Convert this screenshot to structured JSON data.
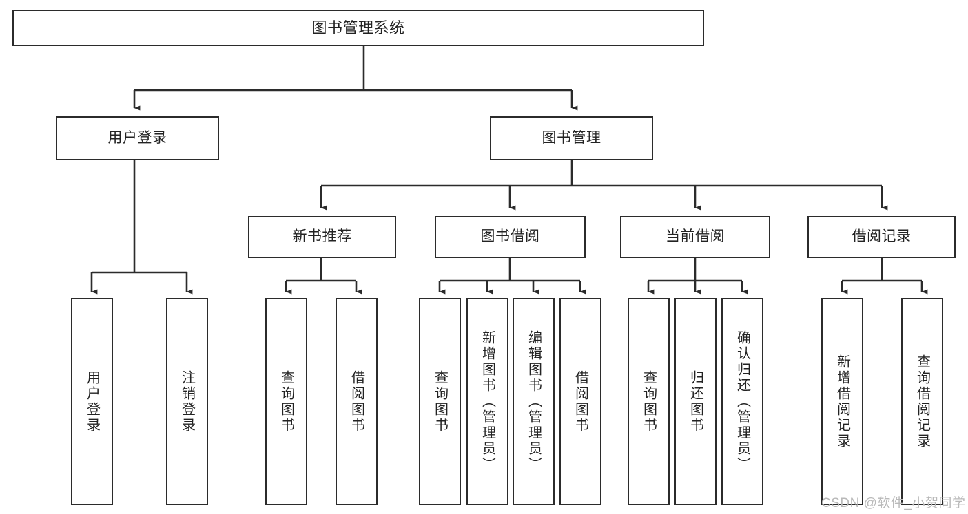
{
  "diagram": {
    "title": "图书管理系统",
    "type": "tree-hierarchy-chart",
    "orientation": "top-down",
    "colors": {
      "box_border": "#2b2b2b",
      "box_fill": "#ffffff",
      "connector": "#2b2b2b",
      "text": "#232323",
      "watermark": "#b9b9b9",
      "background": "#ffffff"
    }
  },
  "root": {
    "label": "图书管理系统"
  },
  "level2": [
    {
      "label": "用户登录"
    },
    {
      "label": "图书管理"
    }
  ],
  "level3": [
    {
      "label": "新书推荐"
    },
    {
      "label": "图书借阅"
    },
    {
      "label": "当前借阅"
    },
    {
      "label": "借阅记录"
    }
  ],
  "leaves": {
    "user_login": [
      {
        "label": "用户登录"
      },
      {
        "label": "注销登录"
      }
    ],
    "new_book_recommend": [
      {
        "label": "查询图书"
      },
      {
        "label": "借阅图书"
      }
    ],
    "book_borrow": [
      {
        "label": "查询图书"
      },
      {
        "label": "新增图书（管理员）"
      },
      {
        "label": "编辑图书（管理员）"
      },
      {
        "label": "借阅图书"
      }
    ],
    "current_borrow": [
      {
        "label": "查询图书"
      },
      {
        "label": "归还图书"
      },
      {
        "label": "确认归还（管理员）"
      }
    ],
    "borrow_records": [
      {
        "label": "新增借阅记录"
      },
      {
        "label": "查询借阅记录"
      }
    ]
  },
  "watermark": {
    "text": "CSDN @软件_小贺同学"
  }
}
